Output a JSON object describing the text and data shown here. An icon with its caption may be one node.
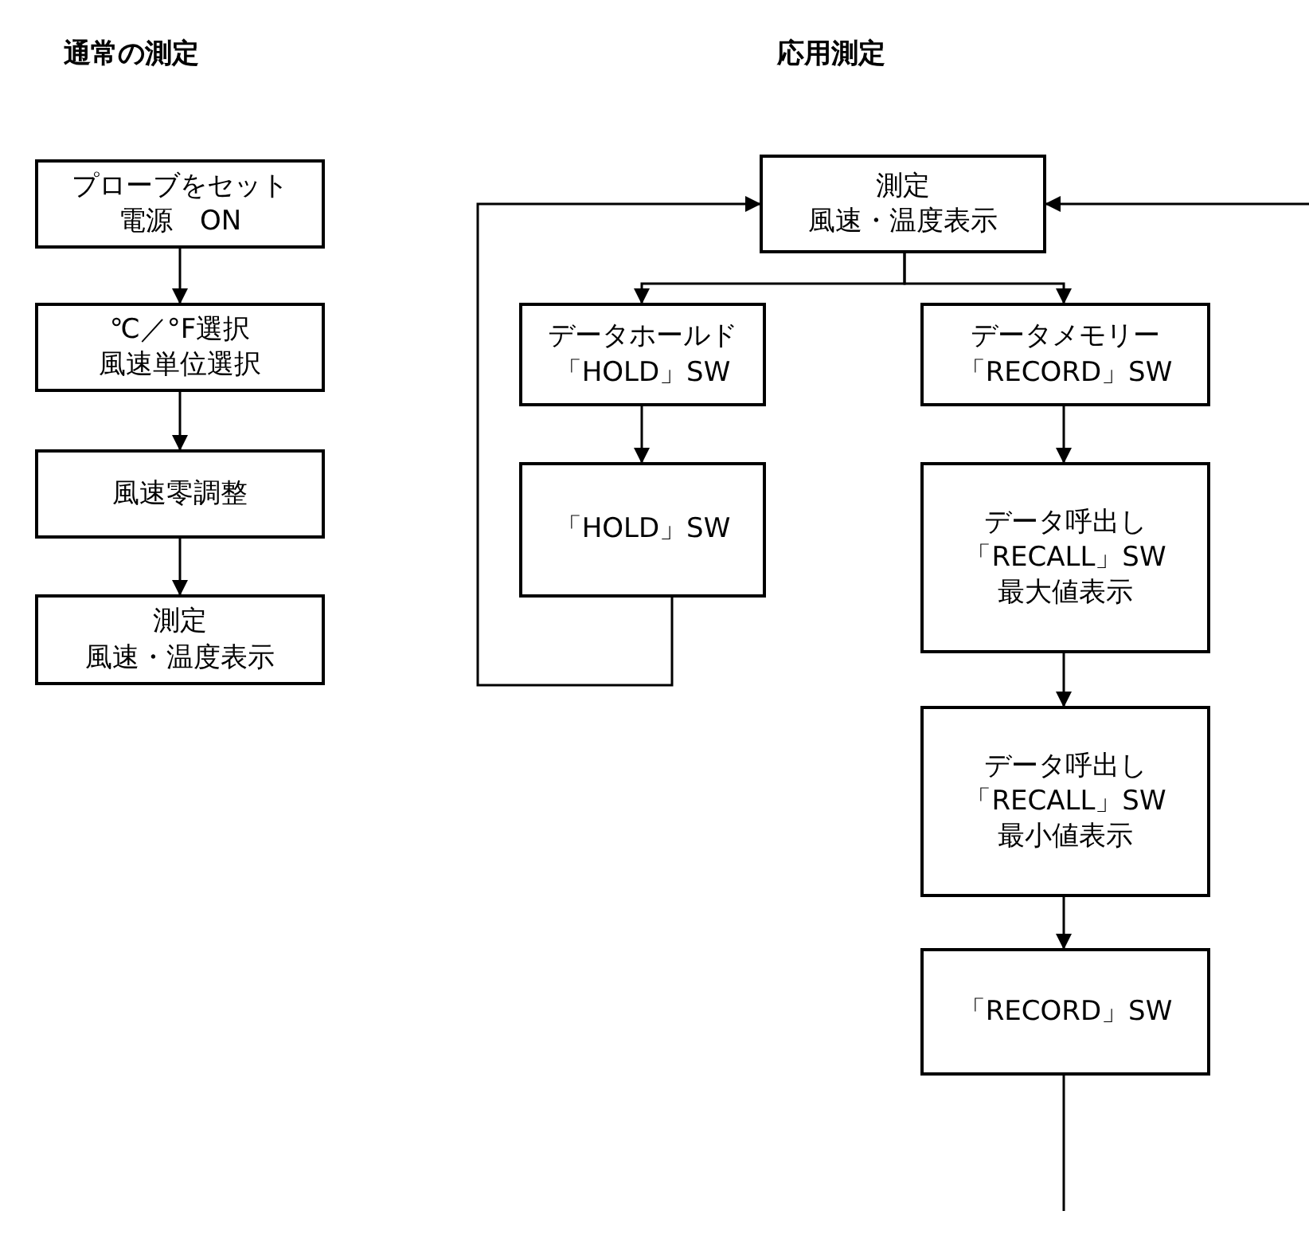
{
  "diagram": {
    "nodes": [
      {
        "text": [
          "プローブをセット",
          "電源　ON"
        ]
      },
      {
        "text": [
          "℃／°F選択",
          "風速単位選択"
        ]
      },
      {
        "text": [
          "風速零調整"
        ]
      },
      {
        "text": [
          "測定",
          "風速・温度表示"
        ]
      },
      {
        "text": [
          "測定",
          "風速・温度表示"
        ]
      },
      {
        "text": [
          "データホールド",
          "「HOLD」SW"
        ]
      },
      {
        "text": [
          "「HOLD」SW"
        ]
      },
      {
        "text": [
          "データメモリー",
          "「RECORD」SW"
        ]
      },
      {
        "text": [
          "データ呼出し",
          "「RECALL」SW",
          "最大値表示"
        ]
      },
      {
        "text": [
          "データ呼出し",
          "「RECALL」SW",
          "最小値表示"
        ]
      },
      {
        "text": [
          "「RECORD」SW"
        ]
      }
    ],
    "edges": [
      {
        "from": 0,
        "to": 1,
        "arrow": "to"
      },
      {
        "from": 1,
        "to": 2,
        "arrow": "to"
      },
      {
        "from": 2,
        "to": 3,
        "arrow": "to"
      },
      {
        "from": 4,
        "to": 5,
        "arrow": "to"
      },
      {
        "from": 4,
        "to": 7,
        "arrow": "to"
      },
      {
        "from": 5,
        "to": 6,
        "arrow": "to"
      },
      {
        "from": 6,
        "to": 4,
        "arrow": "to"
      },
      {
        "from": 7,
        "to": 8,
        "arrow": "to"
      },
      {
        "from": 8,
        "to": 9,
        "arrow": "to"
      },
      {
        "from": 9,
        "to": 10,
        "arrow": "to"
      },
      {
        "from": 10,
        "to": null,
        "arrow": "none"
      },
      {
        "from": null,
        "to": 4,
        "arrow": "to"
      }
    ],
    "labels": [
      "通常の測定",
      "応用測定"
    ]
  }
}
